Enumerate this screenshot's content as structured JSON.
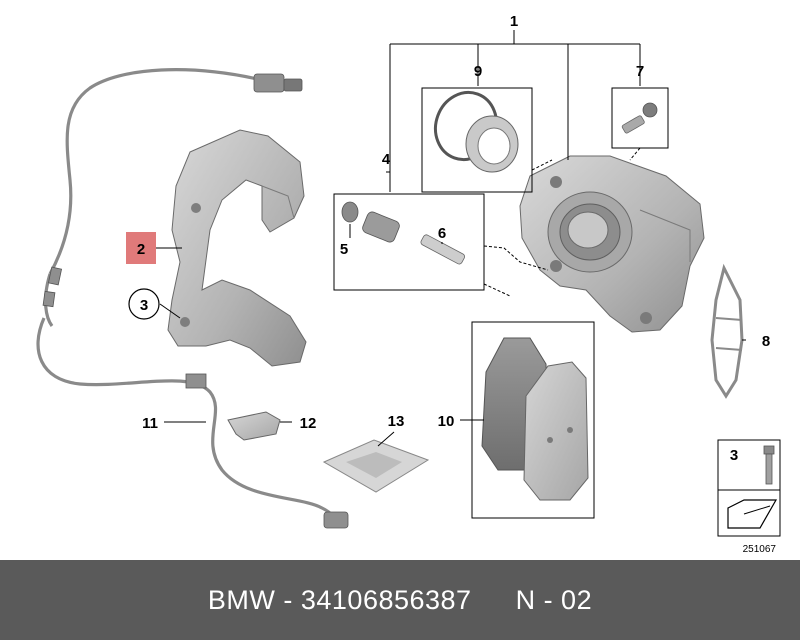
{
  "diagram": {
    "callouts": {
      "c1": "1",
      "c2": "2",
      "c3": "3",
      "c4": "4",
      "c5": "5",
      "c6": "6",
      "c7": "7",
      "c8": "8",
      "c9": "9",
      "c10": "10",
      "c11": "11",
      "c12": "12",
      "c13": "13",
      "legend_qty": "3"
    },
    "reference_number": "251067",
    "colors": {
      "highlight": "#e07a7a",
      "part_fill": "#b9b9b9",
      "part_dark": "#8c8c8c",
      "footer_bg": "#5a5a5a"
    }
  },
  "footer": {
    "part_label": "BMW - 34106856387",
    "variant": "N - 02"
  }
}
